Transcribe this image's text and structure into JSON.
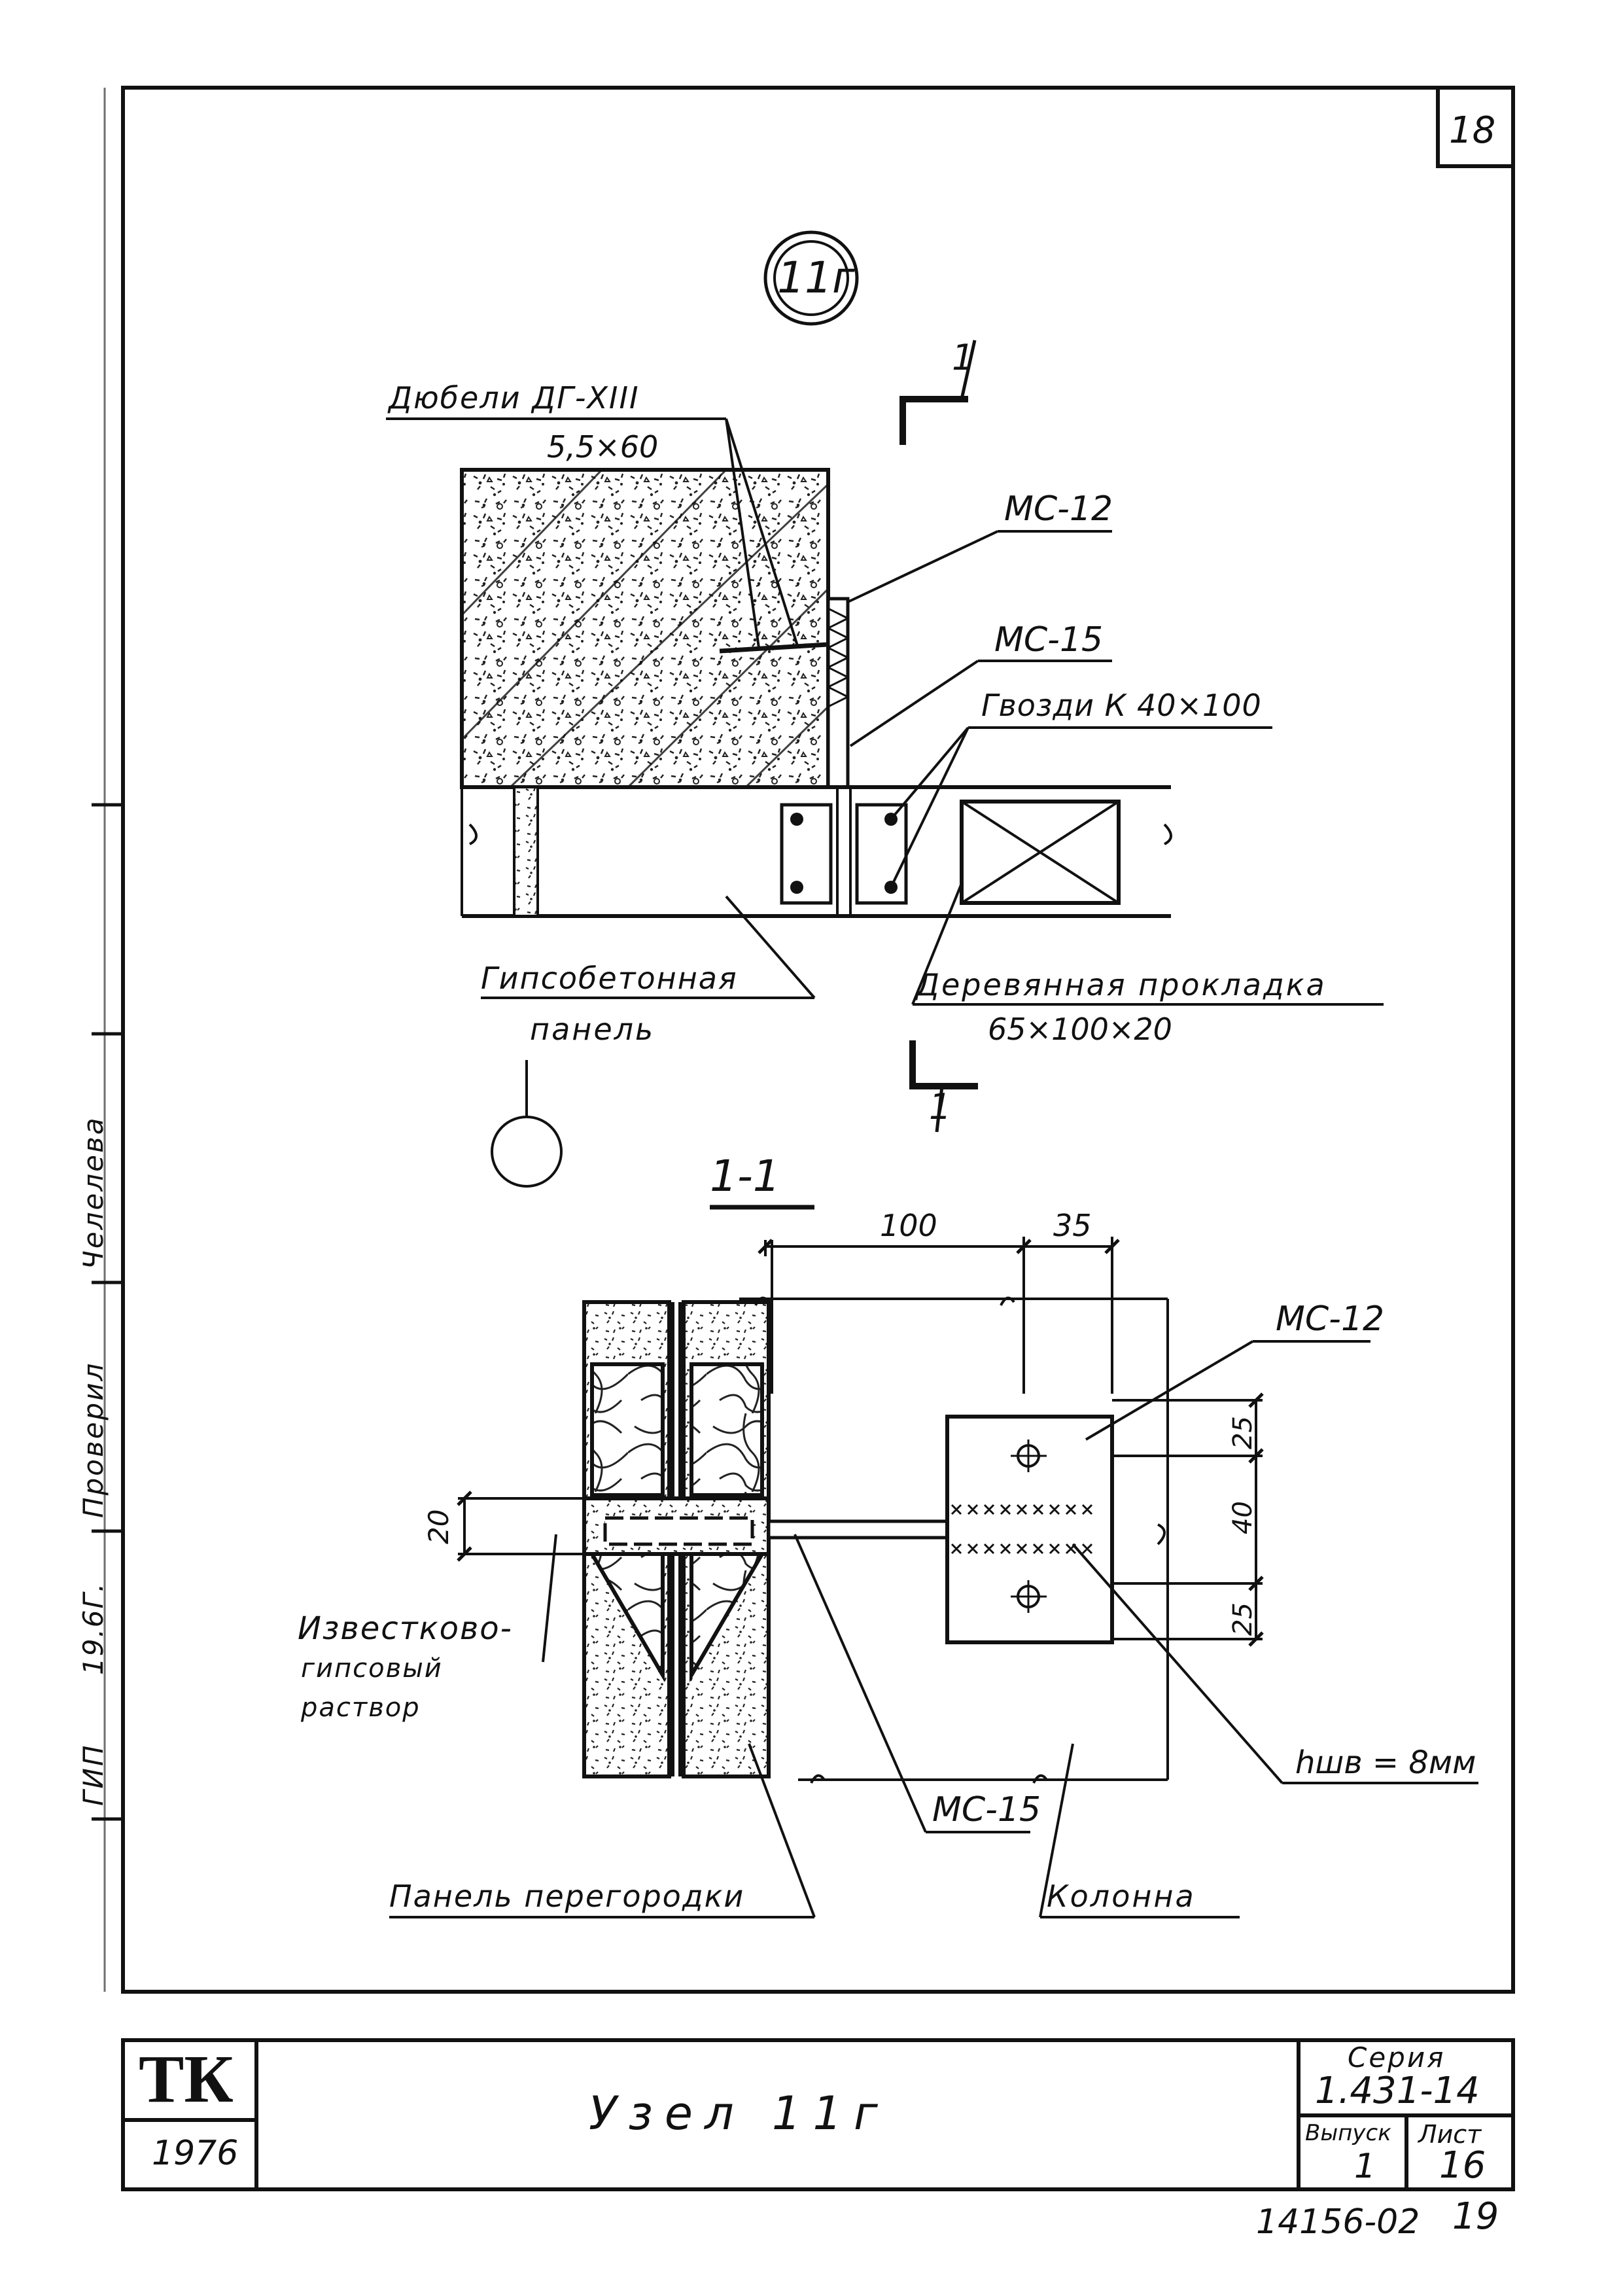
{
  "sheet_number_top": "18",
  "node_id": "11г",
  "section_mark": "1",
  "section_title": "1-1",
  "labels": {
    "dowels": "Дюбели ДГ-XIII",
    "dowel_size": "5,5×60",
    "ms12_top": "МС-12",
    "ms15_top": "МС-15",
    "nails": "Гвозди К 40×100",
    "panel_line1": "Гипсобетонная",
    "panel_line2": "панель",
    "spacer_line1": "Деревянная прокладка",
    "spacer_size": "65×100×20",
    "ms12_bottom": "МС-12",
    "ms15_bottom": "МС-15",
    "mortar_line1": "Известково-",
    "mortar_line2": "гипсовый",
    "mortar_line3": "раствор",
    "weld": "hшв = 8мм",
    "partition_panel": "Панель перегородки",
    "column": "Колонна"
  },
  "dimensions": {
    "d100": "100",
    "d35": "35",
    "d20": "20",
    "d25_top": "25",
    "d40": "40",
    "d25_bottom": "25"
  },
  "margin_stamps": {
    "name1": "Челелева",
    "role1": "Проверил",
    "date": "19.6Г.",
    "role2": "ГИП"
  },
  "title_block": {
    "logo": "ТК",
    "year": "1976",
    "title": "Узел 11г",
    "series_label": "Серия",
    "series_value": "1.431-14",
    "issue_label": "Выпуск",
    "issue_value": "1",
    "sheet_label": "Лист",
    "sheet_value": "16"
  },
  "footer": {
    "archive_no": "14156-02",
    "page_no": "19"
  }
}
